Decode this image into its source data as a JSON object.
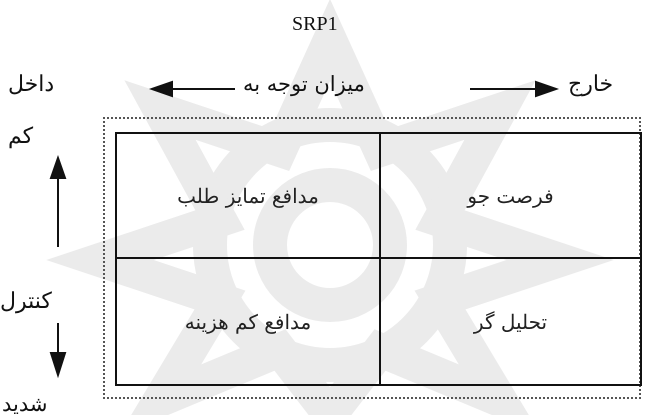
{
  "diagram": {
    "title": "SRP1",
    "top_axis_label": "میزان توجه به",
    "top_axis_left": "داخل",
    "top_axis_right": "خارج",
    "left_axis_top": "کم",
    "left_axis_middle": "کنترل",
    "left_axis_bottom": "شدید",
    "quadrants": {
      "top_left": "مدافع تمایز طلب",
      "top_right": "فرصت جو",
      "bottom_left": "مدافع کم هزینه",
      "bottom_right": "تحلیل گر"
    }
  }
}
